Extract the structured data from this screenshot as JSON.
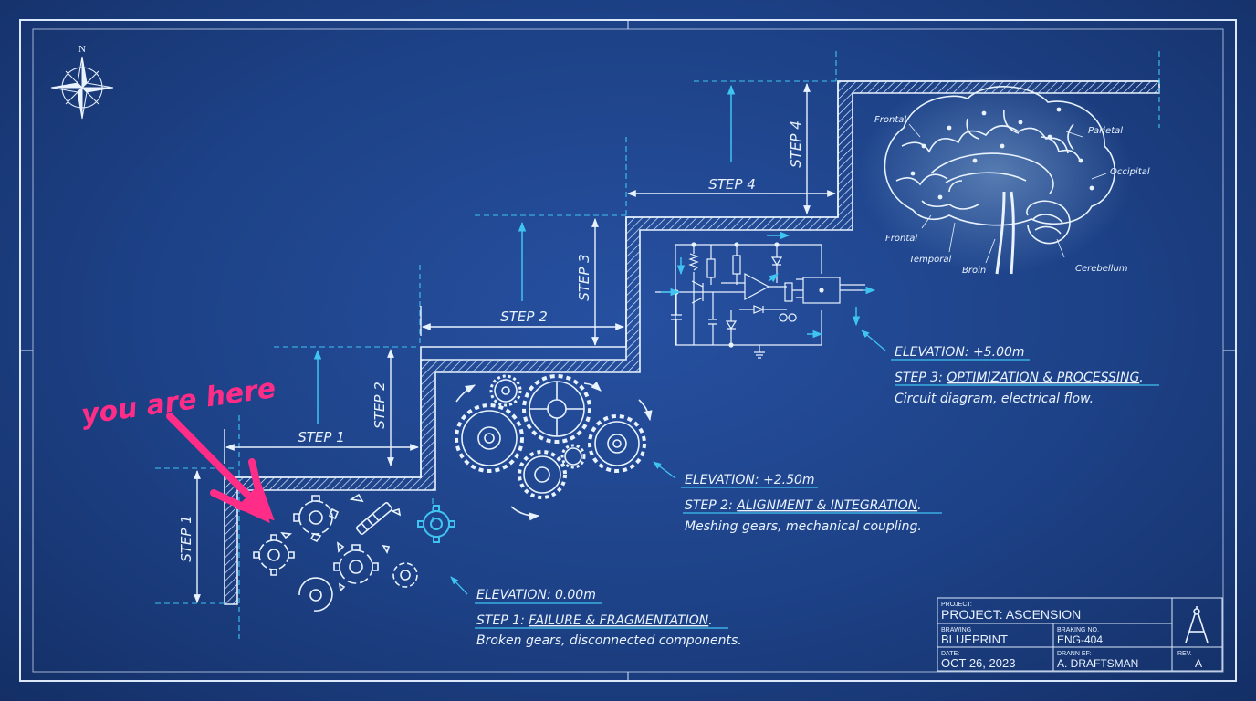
{
  "annotation": {
    "text": "you are here",
    "color": "#ff2d87"
  },
  "compass": {
    "north": "N"
  },
  "steps": {
    "step1": {
      "horizontal": "STEP 1",
      "vertical": "STEP 1"
    },
    "step2": {
      "horizontal": "STEP 2",
      "vertical": "STEP 2"
    },
    "step3": {
      "vertical": "STEP 3"
    },
    "step4": {
      "horizontal": "STEP 4",
      "vertical": "STEP 4"
    }
  },
  "callouts": [
    {
      "elevation": "ELEVATION: 0.00m",
      "title_prefix": "STEP 1: ",
      "title": "FAILURE & FRAGMENTATION",
      "title_suffix": ".",
      "desc": "Broken gears, disconnected components."
    },
    {
      "elevation": "ELEVATION: +2.50m",
      "title_prefix": "STEP 2: ",
      "title": "ALIGNMENT & INTEGRATION",
      "title_suffix": ".",
      "desc": "Meshing gears, mechanical coupling."
    },
    {
      "elevation": "ELEVATION: +5.00m",
      "title_prefix": "STEP 3: ",
      "title": "OPTIMIZATION & PROCESSING",
      "title_suffix": ".",
      "desc": "Circuit diagram, electrical flow."
    }
  ],
  "brain_labels": {
    "frontal_top": "Frontal",
    "parietal": "Parietal",
    "occipital": "Occipital",
    "frontal_low": "Frontal",
    "temporal": "Temporal",
    "brain": "Broin",
    "cerebellum": "Cerebellum"
  },
  "title_block": {
    "project_label": "PROJECT:",
    "project_value": "PROJECT: ASCENSION",
    "drawing_label": "BRAWING",
    "drawing_value": "BLUEPRINT",
    "drawing_no_label": "BRAKING NO.",
    "drawing_no_value": "ENG-404",
    "date_label": "DATE:",
    "date_value": "OCT 26, 2023",
    "drawn_by_label": "DRANN EF:",
    "drawn_by_value": "A. DRAFTSMAN",
    "rev_label": "REV.",
    "rev_value": "A"
  },
  "colors": {
    "line": "#e9f3ff",
    "accent": "#3fc4f2",
    "background": "#1d4186"
  }
}
